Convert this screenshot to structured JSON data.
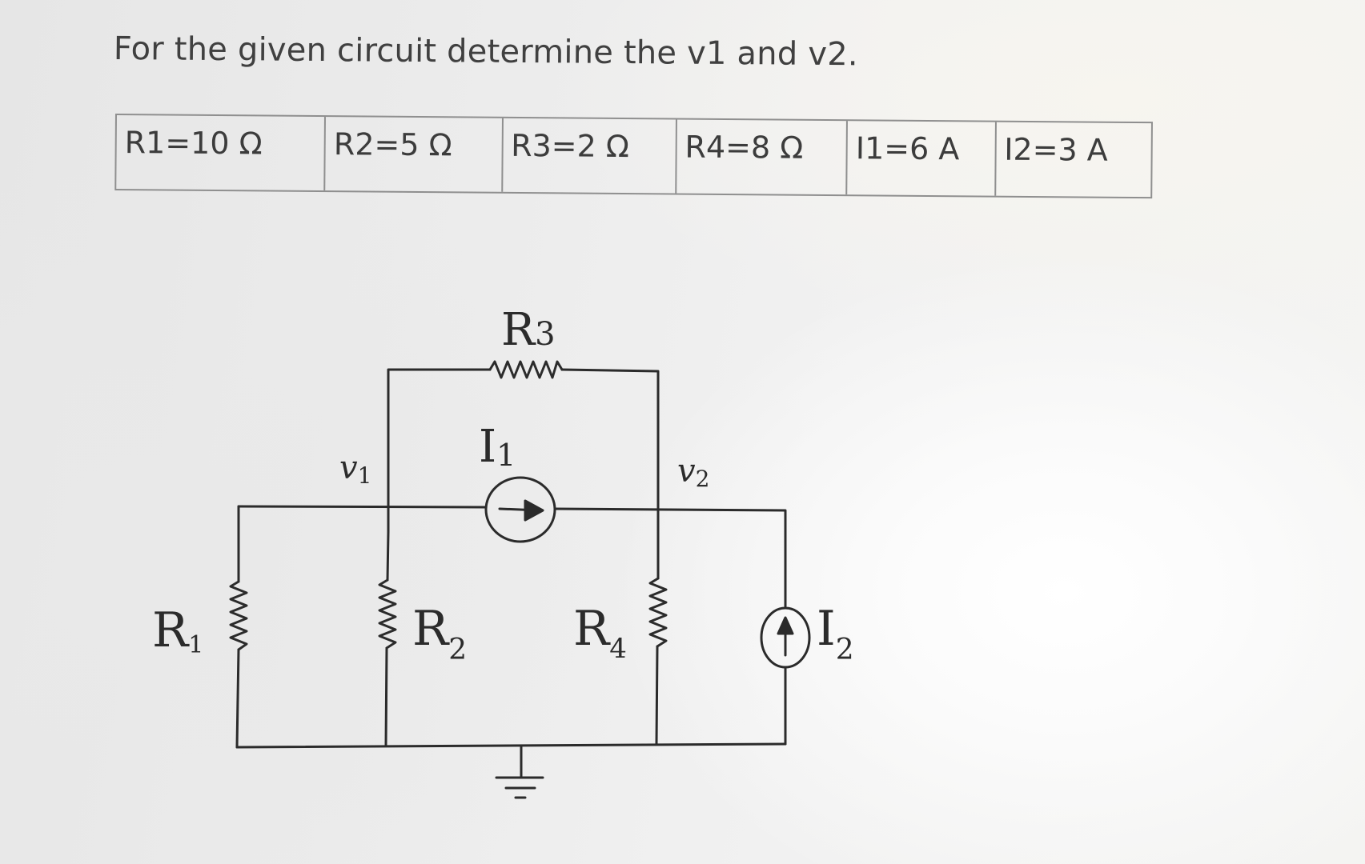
{
  "question": "For the given circuit determine the v1 and v2.",
  "parameters": [
    {
      "label": "R1=10 Ω"
    },
    {
      "label": "R2=5 Ω"
    },
    {
      "label": "R3=2 Ω"
    },
    {
      "label": "R4=8 Ω"
    },
    {
      "label": "I1=6 A"
    },
    {
      "label": "I2=3 A"
    }
  ],
  "circuit": {
    "r3": {
      "main": "R",
      "sub": "3"
    },
    "i1": {
      "main": "I",
      "sub": "1"
    },
    "v1": {
      "main": "v",
      "sub": "1"
    },
    "v2": {
      "main": "v",
      "sub": "2"
    },
    "r1": {
      "main": "R",
      "sub": "1"
    },
    "r2": {
      "main": "R",
      "sub": "2"
    },
    "r4": {
      "main": "R",
      "sub": "4"
    },
    "i2": {
      "main": "I",
      "sub": "2"
    }
  },
  "colors": {
    "ink": "#2b2b2b",
    "text": "#404040",
    "table_border": "#8f8f8f"
  }
}
